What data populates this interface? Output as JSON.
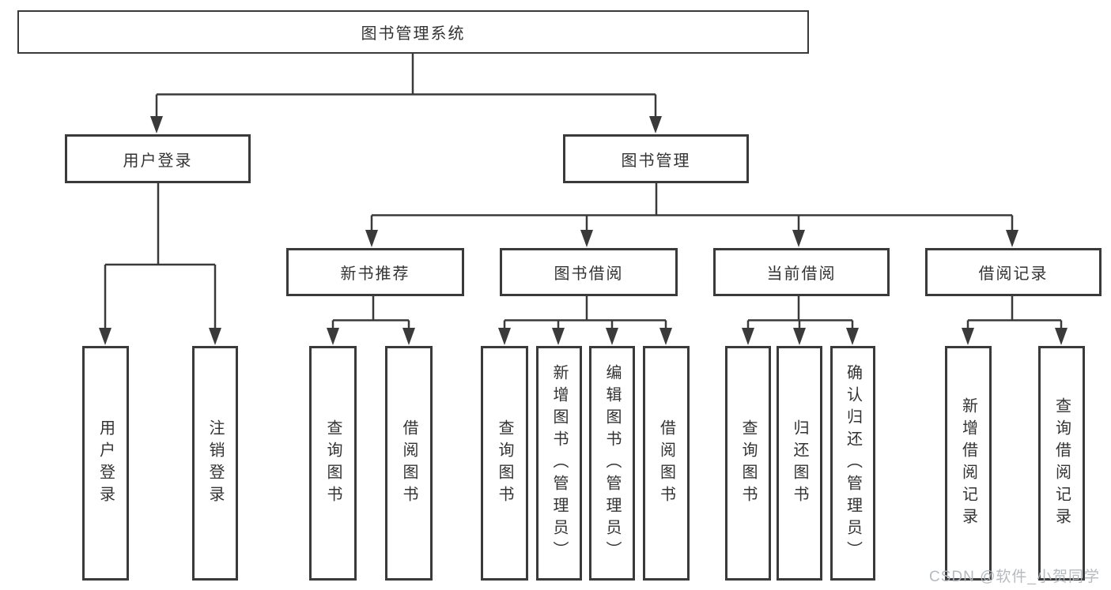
{
  "diagram": {
    "title": "图书管理系统",
    "level2": {
      "user_login": "用户登录",
      "book_mgmt": "图书管理"
    },
    "level3": {
      "new_book_rec": "新书推荐",
      "book_borrow": "图书借阅",
      "current_borrow": "当前借阅",
      "borrow_records": "借阅记录"
    },
    "leaves": {
      "user_login": "用户登录",
      "logout": "注销登录",
      "query_book_under_rec": "查询图书",
      "borrow_book_under_rec": "借阅图书",
      "query_book_under_borrow": "查询图书",
      "add_book_admin": "新增图书（管理员）",
      "edit_book_admin": "编辑图书（管理员）",
      "borrow_book_under_borrow": "借阅图书",
      "query_book_under_current": "查询图书",
      "return_book": "归还图书",
      "confirm_return_admin": "确认归还（管理员）",
      "add_borrow_record": "新增借阅记录",
      "query_borrow_record": "查询借阅记录"
    },
    "watermark": "CSDN @软件_小贺同学",
    "colors": {
      "line": "#3a3a3a",
      "text": "#333333",
      "background": "#ffffff",
      "watermark": "#b1b6be"
    }
  }
}
